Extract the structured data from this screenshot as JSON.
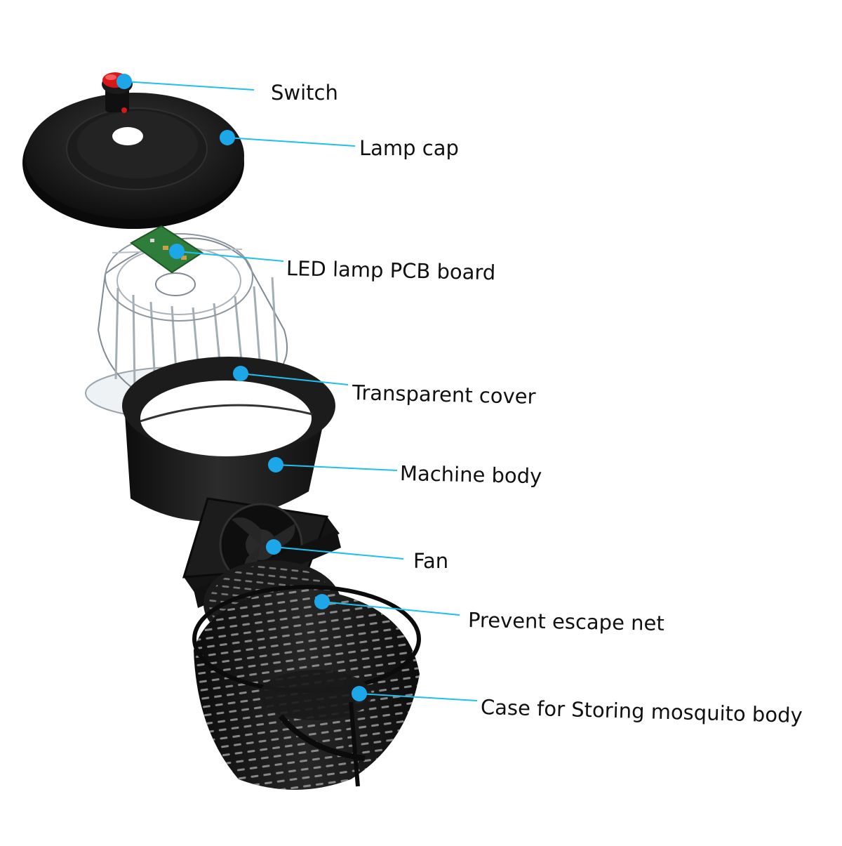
{
  "colors": {
    "callout_line": "#1ec0ee",
    "callout_dot": "#1ea7e8",
    "plastic_black": "#151515",
    "switch_red": "#d81818",
    "pcb_green": "#2f7d3a",
    "clear_plastic": "#dfe5ea"
  },
  "callouts": [
    {
      "id": "switch",
      "label": "Switch"
    },
    {
      "id": "lamp-cap",
      "label": "Lamp cap"
    },
    {
      "id": "led-pcb",
      "label": "LED lamp PCB board"
    },
    {
      "id": "transparent-cover",
      "label": "Transparent cover"
    },
    {
      "id": "machine-body",
      "label": "Machine body"
    },
    {
      "id": "fan",
      "label": "Fan"
    },
    {
      "id": "escape-net",
      "label": "Prevent escape net"
    },
    {
      "id": "storage-case",
      "label": "Case for Storing mosquito body"
    }
  ]
}
